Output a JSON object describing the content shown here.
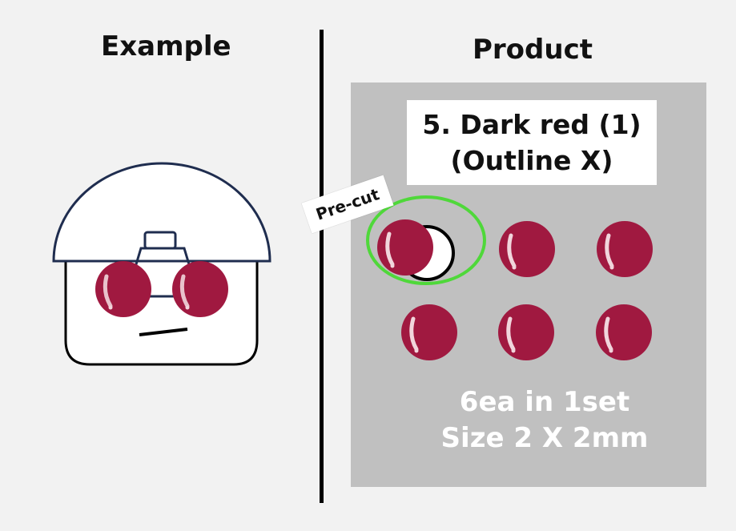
{
  "example": {
    "title": "Example"
  },
  "product": {
    "title": "Product",
    "label_line1": "5. Dark red (1)",
    "label_line2": "(Outline X)",
    "precut": "Pre-cut",
    "info_line1": "6ea in 1set",
    "info_line2": "Size 2 X 2mm",
    "gem_color": "#a01940",
    "highlight_color": "#4fd83a",
    "gem_count": 6
  }
}
